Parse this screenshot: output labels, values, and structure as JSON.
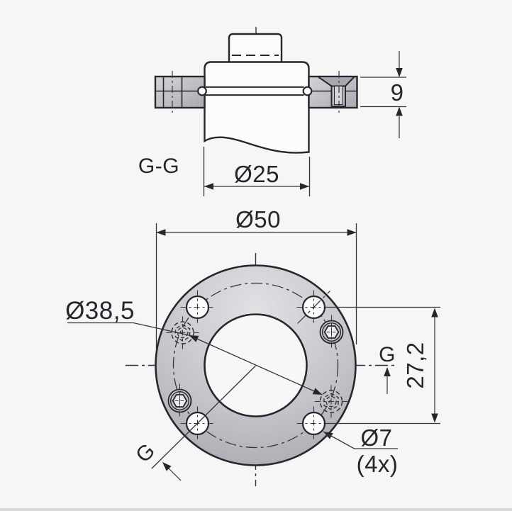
{
  "title": "Flange technical drawing",
  "colors": {
    "line": "#26262c",
    "thin_line": "#34343b",
    "background": "#f6f6f7",
    "metal_light": "#e0e0e3",
    "metal_dark": "#a3a3aa"
  },
  "section_view": {
    "label": "G-G",
    "shaft_diameter": "Ø25",
    "flange_thickness": "9"
  },
  "plan_view": {
    "outer_diameter": "Ø50",
    "bolt_circle_diameter": "Ø38,5",
    "hole_diameter": "Ø7",
    "hole_count": "(4x)",
    "hole_center_distance": "27,2",
    "section_marker_left": "G",
    "section_marker_right": "G"
  }
}
